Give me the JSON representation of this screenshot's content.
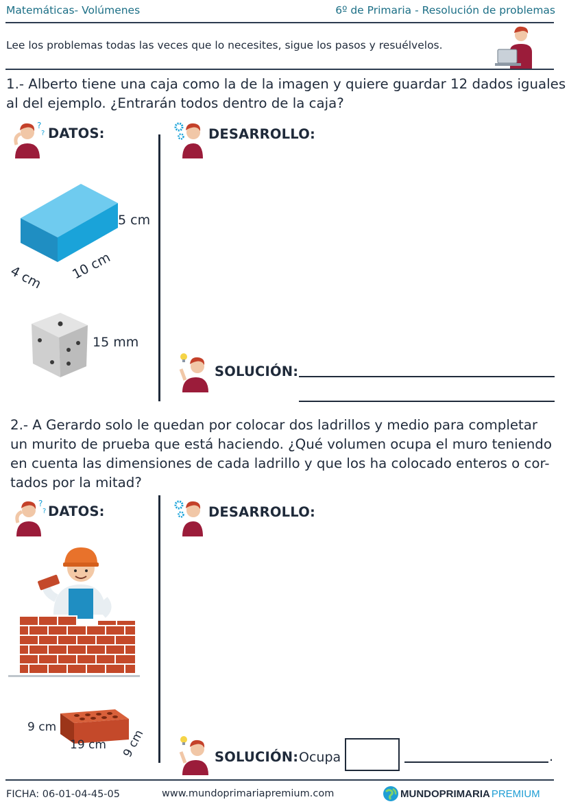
{
  "header": {
    "subject": "Matemáticas- Volúmenes",
    "level": "6º de Primaria - Resolución de problemas"
  },
  "instructions": "Lee los problemas todas las veces que lo necesites, sigue los pasos y resuélvelos.",
  "problem1": {
    "text_lines": [
      "1.- Alberto tiene una caja como la de la imagen y quiere guardar 12 dados iguales",
      "al del ejemplo. ¿Entrarán todos dentro de la caja?"
    ],
    "datos_label": "DATOS:",
    "desarrollo_label": "DESARROLLO:",
    "solucion_label": "SOLUCIÓN:",
    "box_height": "5 cm",
    "box_depth": "4 cm",
    "box_length": "10 cm",
    "die_size": "15 mm"
  },
  "problem2": {
    "text_lines": [
      "2.- A Gerardo solo le quedan por colocar dos ladrillos y medio para completar",
      "un murito de prueba que está haciendo. ¿Qué volumen ocupa el muro teniendo",
      "en cuenta las dimensiones de cada ladrillo y que los ha colocado enteros o cor-",
      "tados por la mitad?"
    ],
    "datos_label": "DATOS:",
    "desarrollo_label": "DESARROLLO:",
    "solucion_label": "SOLUCIÓN:",
    "answer_prefix": "Ocupa",
    "answer_suffix": ".",
    "brick_height": "9 cm",
    "brick_length": "19 cm",
    "brick_width": "9 cm"
  },
  "footer": {
    "ficha": "FICHA:  06-01-04-45-05",
    "website": "www.mundoprimariapremium.com",
    "brand_a": "MUNDO",
    "brand_b": "PRIMARIA",
    "brand_c": "PREMIUM"
  },
  "colors": {
    "header_text": "#1c6f86",
    "rule": "#2c3b4f",
    "box_blue": "#1aa3d9",
    "brick": "#c4492a",
    "character_shirt": "#9b1c3a",
    "brand_blue": "#1f9ed4"
  }
}
